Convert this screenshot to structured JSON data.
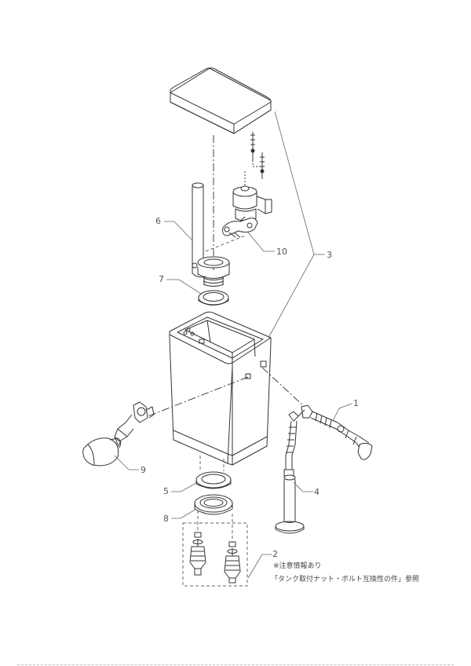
{
  "labels": {
    "p1": "1",
    "p2": "2",
    "p3": "3",
    "p4": "4",
    "p5": "5",
    "p6": "6",
    "p7": "7",
    "p8": "8",
    "p9": "9",
    "p10": "10"
  },
  "note": {
    "line1": "※注意情報あり",
    "line2": "「タンク取付ナット・ボルト互換性の件」参照"
  },
  "colors": {
    "stroke": "#333333",
    "leader": "#666666"
  }
}
